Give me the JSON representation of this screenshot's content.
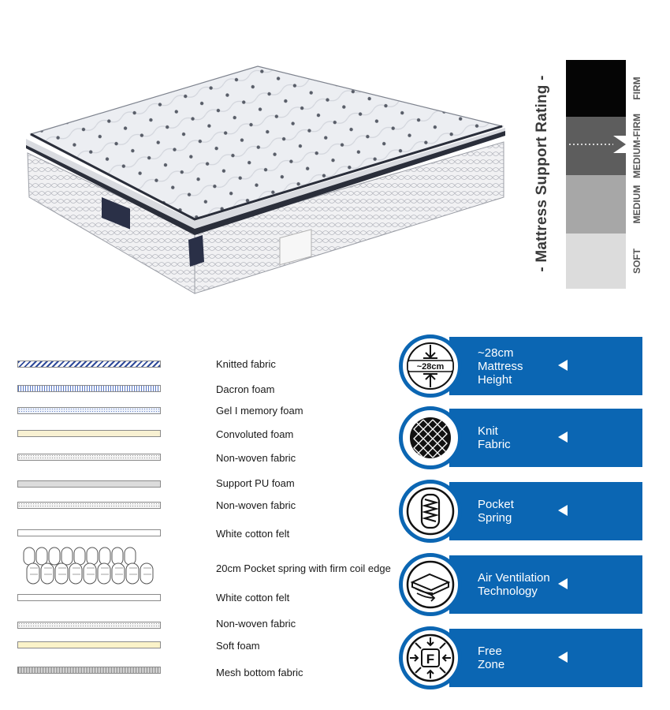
{
  "rating": {
    "title": "- Mattress Support Rating -",
    "levels": [
      {
        "label": "FIRM",
        "color": "#050505"
      },
      {
        "label": "MEDIUM-FIRM",
        "color": "#5d5d5d"
      },
      {
        "label": "MEDIUM",
        "color": "#a7a7a7"
      },
      {
        "label": "SOFT",
        "color": "#dcdcdc"
      }
    ],
    "selected": "MEDIUM-FIRM"
  },
  "layers": [
    {
      "label": "Knitted fabric"
    },
    {
      "label": "Dacron foam"
    },
    {
      "label": "Gel I memory foam"
    },
    {
      "label": "Convoluted foam"
    },
    {
      "label": "Non-woven fabric"
    },
    {
      "label": "Support PU foam"
    },
    {
      "label": "Non-woven fabric"
    },
    {
      "label": "White cotton felt"
    },
    {
      "label": "20cm Pocket spring with firm coil edge"
    },
    {
      "label": "White cotton felt"
    },
    {
      "label": "Non-woven fabric"
    },
    {
      "label": "Soft foam"
    },
    {
      "label": "Mesh bottom fabric"
    }
  ],
  "features": [
    {
      "text": "~28cm\nMattress\nHeight",
      "icon": "height-icon",
      "badge": "~28cm"
    },
    {
      "text": "Knit\nFabric",
      "icon": "knit-icon"
    },
    {
      "text": "Pocket\nSpring",
      "icon": "spring-icon"
    },
    {
      "text": "Air Ventilation\nTechnology",
      "icon": "air-ventilation-icon"
    },
    {
      "text": "Free\nZone",
      "icon": "free-zone-icon",
      "badge": "F"
    }
  ],
  "colors": {
    "accent_blue": "#0b66b3"
  }
}
